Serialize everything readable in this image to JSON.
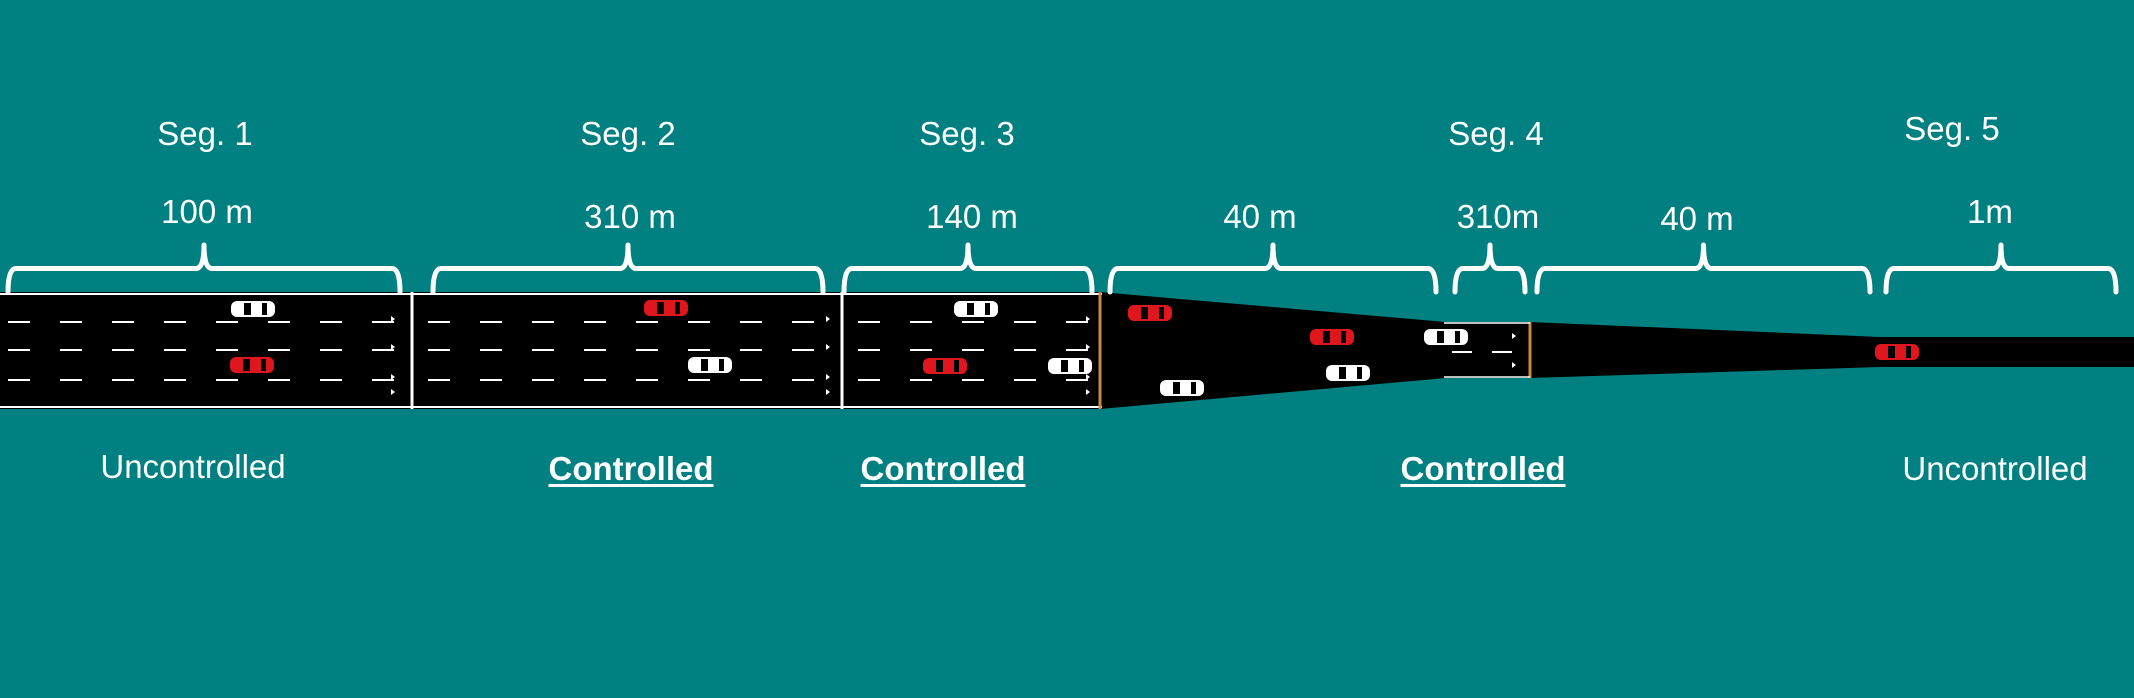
{
  "segments": [
    {
      "name": "Seg. 1",
      "lengths": [
        "100 m"
      ],
      "control": "Uncontrolled",
      "controlled": false
    },
    {
      "name": "Seg. 2",
      "lengths": [
        "310 m"
      ],
      "control": "Controlled",
      "controlled": true
    },
    {
      "name": "Seg. 3",
      "lengths": [
        "140 m"
      ],
      "control": "Controlled",
      "controlled": true
    },
    {
      "name": "Seg. 4",
      "lengths": [
        "40 m",
        "310m",
        "40 m"
      ],
      "control": "Controlled",
      "controlled": true
    },
    {
      "name": "Seg. 5",
      "lengths": [
        "1m"
      ],
      "control": "Uncontrolled",
      "controlled": false
    }
  ],
  "colors": {
    "background": "#008080",
    "road": "#000000",
    "marking": "#ffffff",
    "controller_line": "#c8884a",
    "car_red": "#e0161e",
    "car_white": "#ffffff"
  },
  "vehicles": [
    {
      "color": "white"
    },
    {
      "color": "red"
    },
    {
      "color": "red"
    },
    {
      "color": "white"
    },
    {
      "color": "white"
    },
    {
      "color": "red"
    },
    {
      "color": "white"
    },
    {
      "color": "red"
    },
    {
      "color": "white"
    },
    {
      "color": "red"
    },
    {
      "color": "white"
    },
    {
      "color": "white"
    },
    {
      "color": "red"
    }
  ]
}
